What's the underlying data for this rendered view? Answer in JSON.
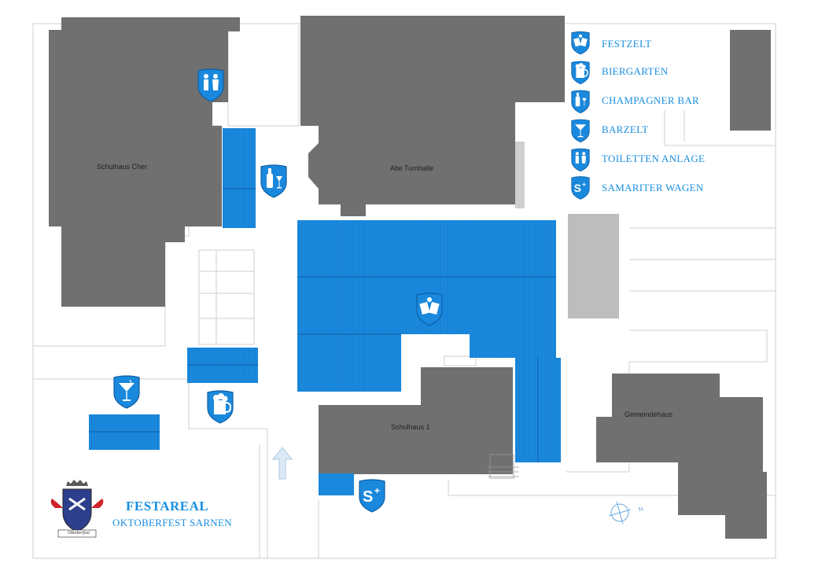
{
  "map": {
    "title": "FESTAREAL",
    "subtitle": "OKTOBERFEST SARNEN",
    "logo_text": "Oktoberfest",
    "colors": {
      "building": "#707070",
      "building_light": "#bdbdbd",
      "festival_blue": "#1a88dc",
      "outline": "#c8c8c8",
      "accent_text": "#1a8fe0"
    },
    "buildings": {
      "schulhaus_cher": "Schulhaus Cher",
      "alte_turnhalle": "Alte Turnhalle",
      "schulhaus_1": "Schulhaus 1",
      "gemeindehaus": "Gemeindehaus"
    },
    "legend": [
      {
        "icon": "beer-mugs-icon",
        "label": "FESTZELT"
      },
      {
        "icon": "beer-mug-icon",
        "label": "BIERGARTEN"
      },
      {
        "icon": "champagne-icon",
        "label": "CHAMPAGNER BAR"
      },
      {
        "icon": "cocktail-icon",
        "label": "BARZELT"
      },
      {
        "icon": "toilet-icon",
        "label": "TOILETTEN ANLAGE"
      },
      {
        "icon": "samaritan-icon",
        "label": "SAMARITER WAGEN"
      }
    ],
    "compass_label": "N"
  }
}
